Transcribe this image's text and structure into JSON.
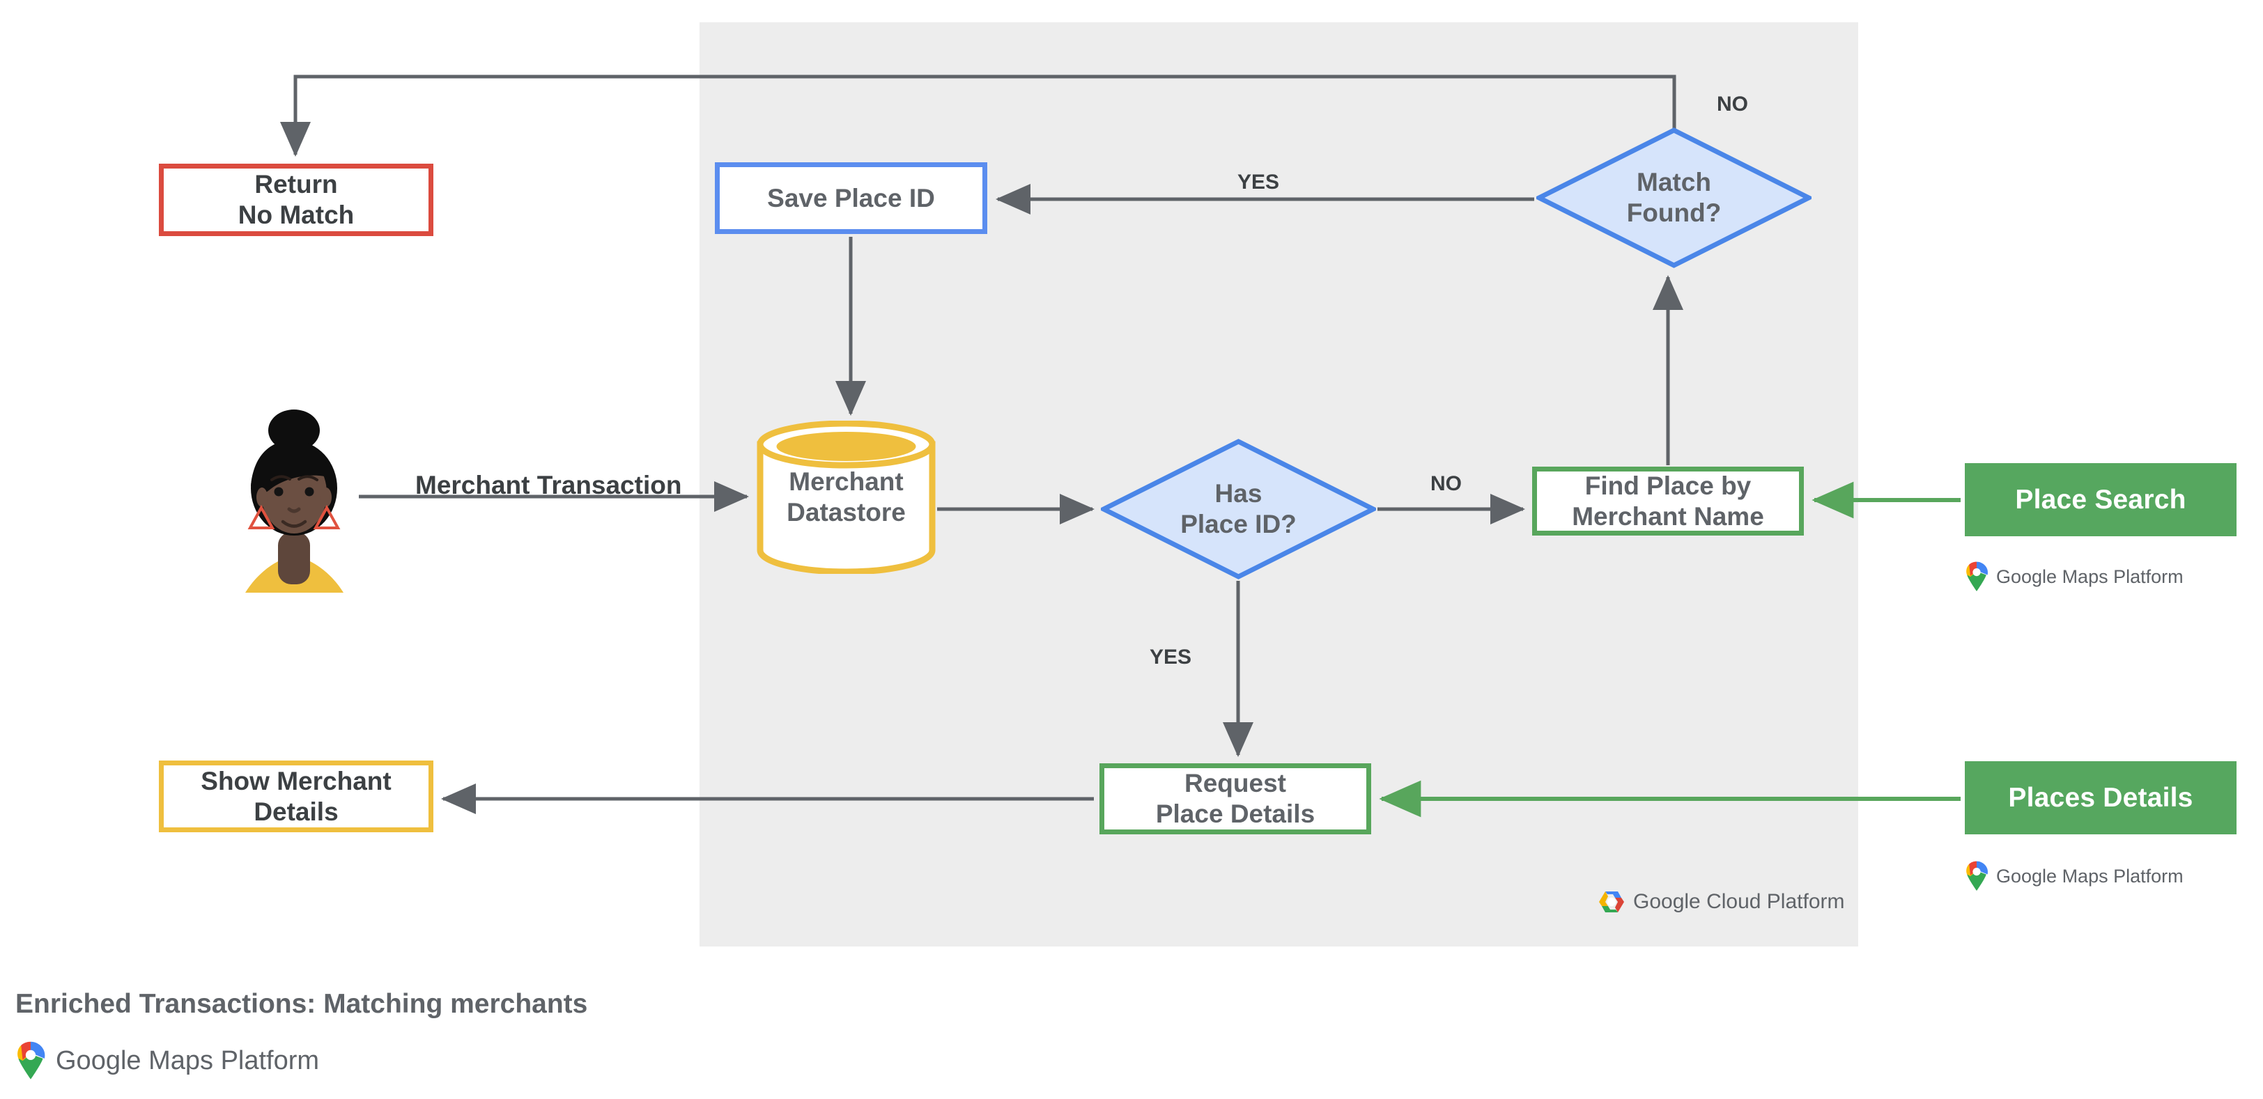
{
  "diagram": {
    "footer_title": "Enriched Transactions: Matching merchants",
    "footer_credit": "Google Maps Platform",
    "panel_badge": "Google Cloud Platform",
    "colors": {
      "panel_bg": "#EDEDED",
      "red": "#DB4B3F",
      "blue": "#5B8DEF",
      "blue_fill": "#D6E4FB",
      "green": "#58A65C",
      "green_solid": "#56A75F",
      "yellow": "#EFBF3E",
      "wire": "#5F6368",
      "text": "#5F6368"
    }
  },
  "nodes": {
    "return_no_match": "Return\nNo Match",
    "save_place_id": "Save Place ID",
    "match_found": "Match\nFound?",
    "merchant_datastore": "Merchant\nDatastore",
    "has_place_id": "Has\nPlace ID?",
    "find_place": "Find Place by\nMerchant Name",
    "request_place_details": "Request\nPlace Details",
    "show_merchant_details": "Show Merchant\nDetails"
  },
  "api_chips": [
    {
      "label": "Place Search",
      "credit": "Google Maps Platform"
    },
    {
      "label": "Places Details",
      "credit": "Google Maps Platform"
    }
  ],
  "edge_labels": {
    "merchant_transaction": "Merchant Transaction",
    "match_no": "NO",
    "match_yes": "YES",
    "hasid_no": "NO",
    "hasid_yes": "YES"
  },
  "logos": {
    "maps_pin": "google-maps-pin-icon",
    "gcp_hex": "google-cloud-hexagon-icon"
  },
  "actor": {
    "name": "user-avatar"
  }
}
